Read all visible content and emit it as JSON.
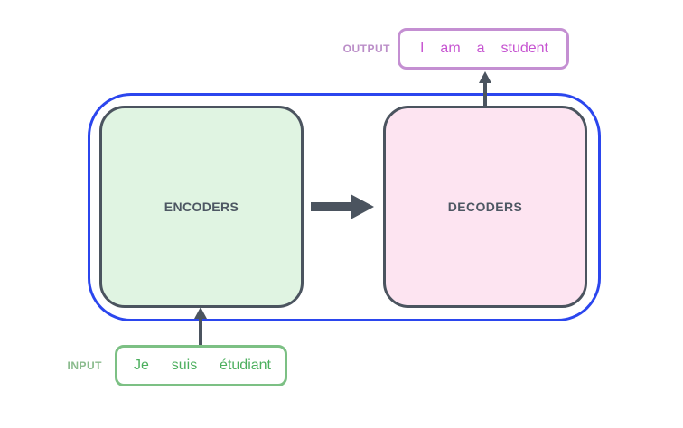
{
  "encoders": {
    "label": "ENCODERS"
  },
  "decoders": {
    "label": "DECODERS"
  },
  "output": {
    "label": "OUTPUT",
    "words": [
      "I",
      "am",
      "a",
      "student"
    ]
  },
  "input": {
    "label": "INPUT",
    "words": [
      "Je",
      "suis",
      "étudiant"
    ]
  },
  "icons": {
    "encoder_to_decoder": "right-arrow",
    "decoder_to_output": "up-arrow",
    "input_to_encoder": "up-arrow"
  },
  "colors": {
    "container_border": "#2b46ee",
    "block_border": "#4b545f",
    "block_text": "#4d5763",
    "encoders_fill": "#e0f4e2",
    "decoders_fill": "#fde4f1",
    "arrow": "#4b545f",
    "output_box_border": "#c48fd2",
    "output_text": "#c653d1",
    "output_label": "#bb8ec8",
    "input_box_border": "#7cc084",
    "input_text": "#4caf5e",
    "input_label": "#8abb8d",
    "background": "#ffffff"
  }
}
